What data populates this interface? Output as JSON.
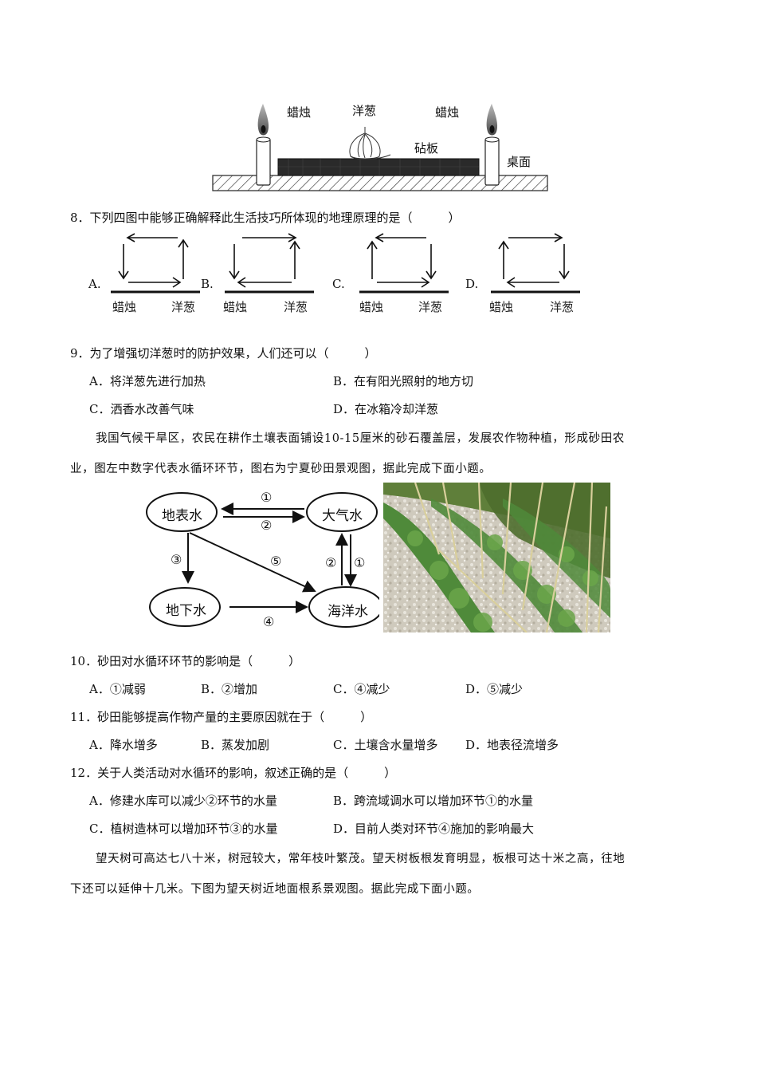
{
  "figure_top": {
    "labels": {
      "candle_left": "蜡烛",
      "onion": "洋葱",
      "candle_right": "蜡烛",
      "board": "砧板",
      "table": "桌面"
    }
  },
  "q8": {
    "text": "8．下列四图中能够正确解释此生活技巧所体现的地理原理的是（　　　）",
    "choices": [
      {
        "letter": "A.",
        "left": "蜡烛",
        "right": "洋葱",
        "circulation": "down-left, right-bottom, up-right, left-top"
      },
      {
        "letter": "B.",
        "left": "蜡烛",
        "right": "洋葱",
        "circulation": "up-right, right-top, down-left, left-bottom"
      },
      {
        "letter": "C.",
        "left": "蜡烛",
        "right": "洋葱",
        "circulation": "up-left, left-top, down-right, right-bottom"
      },
      {
        "letter": "D.",
        "left": "蜡烛",
        "right": "洋葱",
        "circulation": "up-left, right-top, down-right, left-bottom"
      }
    ]
  },
  "q9": {
    "text": "9．为了增强切洋葱时的防护效果，人们还可以（　　　）",
    "options": {
      "A": "A．将洋葱先进行加热",
      "B": "B．在有阳光照射的地方切",
      "C": "C．洒香水改善气味",
      "D": "D．在冰箱冷却洋葱"
    }
  },
  "passage1": {
    "line1": "我国气候干旱区，农民在耕作土壤表面铺设10-15厘米的砂石覆盖层，发展农作物种植，形成砂田农",
    "line2": "业，图左中数字代表水循环环节，图右为宁夏砂田景观图，据此完成下面小题。"
  },
  "water_cycle": {
    "nodes": {
      "surface": "地表水",
      "atmosphere": "大气水",
      "ground": "地下水",
      "ocean": "海洋水"
    },
    "links": {
      "top_upper": "①",
      "top_lower": "②",
      "left": "③",
      "diagonal": "⑤",
      "right_up": "②",
      "right_down": "①",
      "bottom": "④"
    }
  },
  "photo": {
    "alt": "宁夏砂田景观图"
  },
  "q10": {
    "text": "10．砂田对水循环环节的影响是（　　　）",
    "options": {
      "A": "A．①减弱",
      "B": "B．②增加",
      "C": "C．④减少",
      "D": "D．⑤减少"
    }
  },
  "q11": {
    "text": "11．砂田能够提高作物产量的主要原因就在于（　　　）",
    "options": {
      "A": "A．降水增多",
      "B": "B．蒸发加剧",
      "C": "C．土壤含水量增多",
      "D": "D．地表径流增多"
    }
  },
  "q12": {
    "text": "12．关于人类活动对水循环的影响，叙述正确的是（　　　）",
    "options": {
      "A": "A．修建水库可以减少②环节的水量",
      "B": "B．跨流域调水可以增加环节①的水量",
      "C": "C．植树造林可以增加环节③的水量",
      "D": "D．目前人类对环节④施加的影响最大"
    }
  },
  "passage2": {
    "line1": "望天树可高达七八十米，树冠较大，常年枝叶繁茂。望天树板根发育明显，板根可达十米之高，往地",
    "line2": "下还可以延伸十几米。下图为望天树近地面根系景观图。据此完成下面小题。"
  }
}
